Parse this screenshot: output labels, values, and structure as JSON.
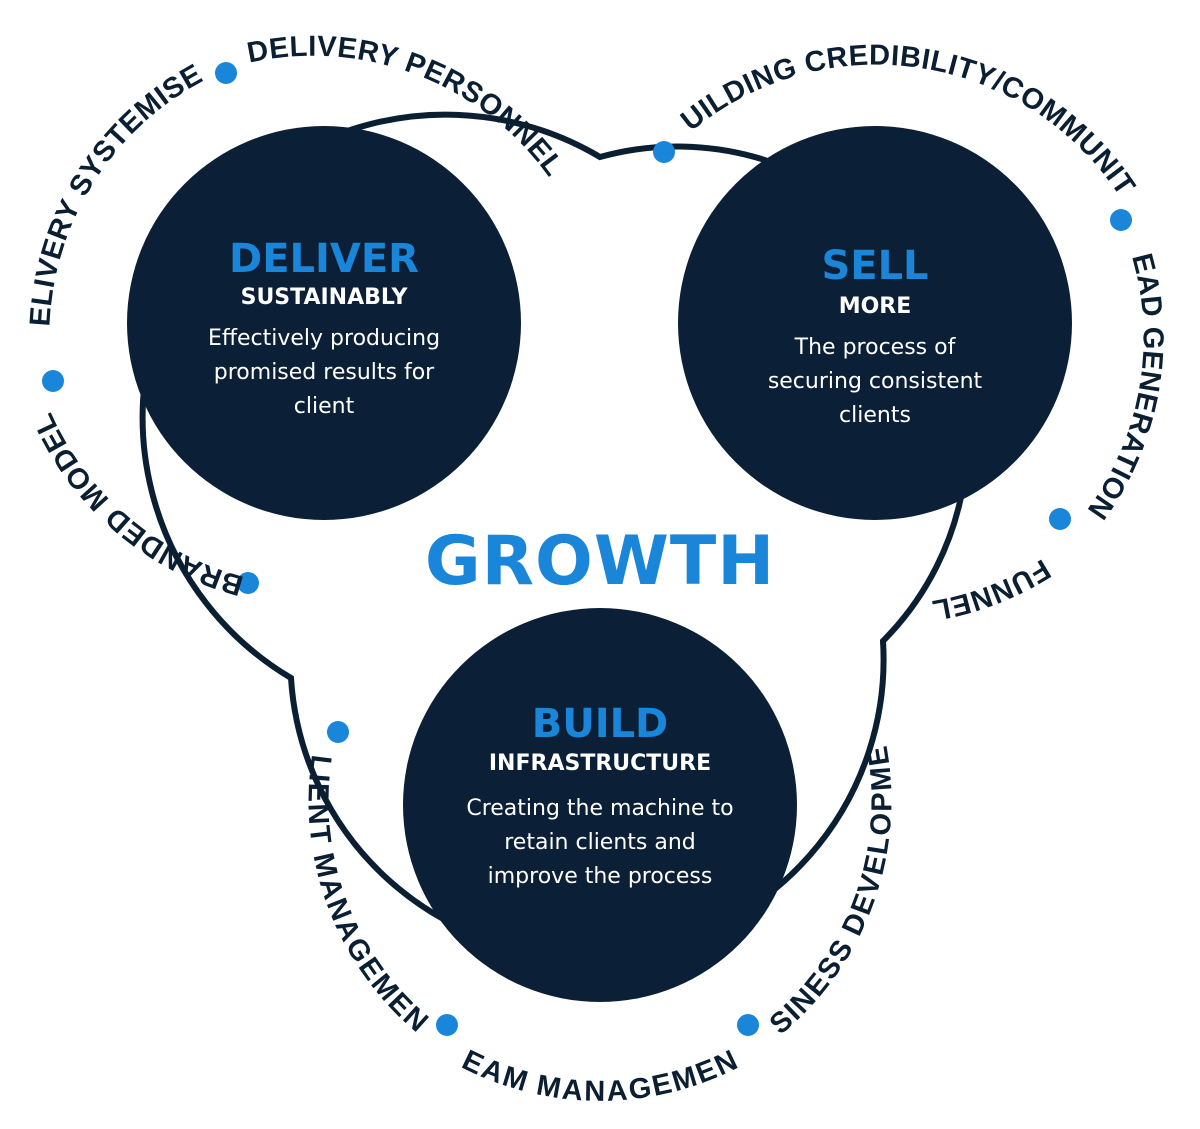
{
  "center_label": "GROWTH",
  "colors": {
    "navy": "#0b2036",
    "accent": "#1a86d9",
    "outline": "#0b1f33"
  },
  "circles": [
    {
      "title": "DELIVER",
      "subtitle": "SUSTAINABLY",
      "description": [
        "Effectively producing",
        "promised results for",
        "client"
      ],
      "ring_labels": [
        "BRANDED MODEL",
        "DELIVERY SYSTEMISED",
        "DELIVERY PERSONNEL"
      ]
    },
    {
      "title": "SELL",
      "subtitle": "MORE",
      "description": [
        "The process of",
        "securing consistent",
        "clients"
      ],
      "ring_labels": [
        "BUILDING CREDIBILITY/COMMUNITY",
        "LEAD GENERATION",
        "FUNNEL"
      ]
    },
    {
      "title": "BUILD",
      "subtitle": "INFRASTRUCTURE",
      "description": [
        "Creating the machine to",
        "retain clients and",
        "improve the process"
      ],
      "ring_labels": [
        "CLIENT MANAGEMENT",
        "TEAM MANAGEMENT",
        "BUSINESS DEVELOPMENT"
      ]
    }
  ]
}
